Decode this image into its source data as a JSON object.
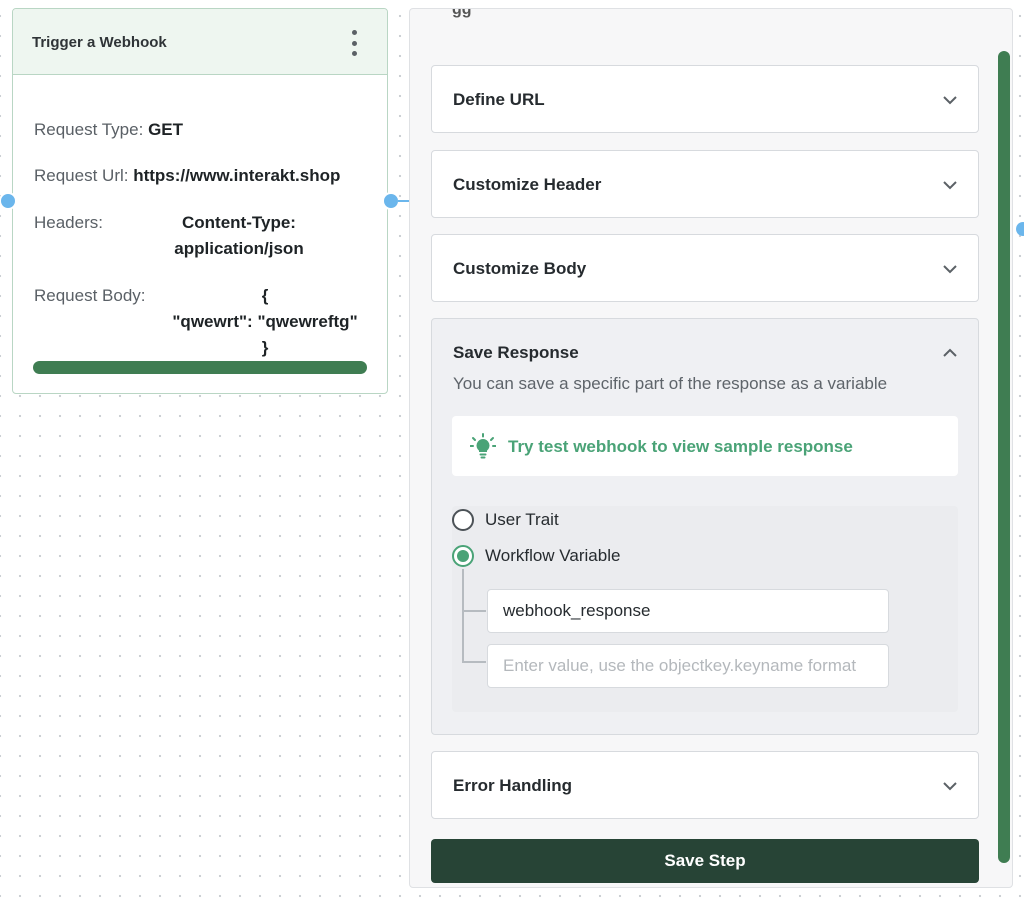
{
  "node": {
    "title": "Trigger a Webhook",
    "request_type_label": "Request Type:",
    "request_type_value": "GET",
    "request_url_label": "Request Url:",
    "request_url_value": "https://www.interakt.shop",
    "headers_label": "Headers:",
    "headers_value_line1": "Content-Type:",
    "headers_value_line2": "application/json",
    "body_label": "Request Body:",
    "body_line1": "{",
    "body_line2": "\"qwewrt\": \"qwewreftg\"",
    "body_line3": "}",
    "progress_fraction": 1.0
  },
  "panel": {
    "sections": {
      "define_url": "Define URL",
      "customize_header": "Customize Header",
      "customize_body": "Customize Body",
      "save_response": "Save Response",
      "error_handling": "Error Handling"
    },
    "save_response": {
      "subtitle": "You can save a specific part of the response as a variable",
      "tip_icon": "lightbulb-icon",
      "tip_text": "Try test webhook to view sample response",
      "option_user_trait": "User Trait",
      "option_workflow_variable": "Workflow Variable",
      "selected_option": "Workflow Variable",
      "variable_name_value": "webhook_response",
      "value_placeholder": "Enter value, use the objectkey.keyname format"
    },
    "save_button": "Save Step"
  },
  "colors": {
    "accent_green": "#4aa377",
    "progress_green": "#3f7d52",
    "save_button_bg": "#274436",
    "port_blue": "#6bb6ec"
  }
}
